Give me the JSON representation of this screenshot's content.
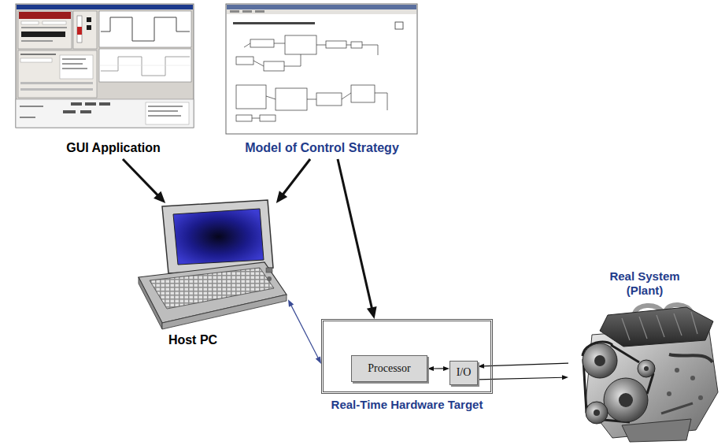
{
  "diagram": {
    "nodes": [
      {
        "text": [
          "GUI Application"
        ]
      },
      {
        "text": [
          "Model of Control Strategy"
        ]
      },
      {
        "text": [
          "Host PC"
        ]
      },
      {
        "text": [
          "Real-Time Hardware Target"
        ]
      },
      {
        "text": [
          "Processor"
        ],
        "in": 3
      },
      {
        "text": [
          "I/O"
        ],
        "in": 3
      },
      {
        "text": [
          "Real System (Plant)"
        ]
      }
    ],
    "edges": [
      {
        "from": 0,
        "to": 2,
        "arrow": "to"
      },
      {
        "from": 1,
        "to": 2,
        "arrow": "to"
      },
      {
        "from": 1,
        "to": 3,
        "arrow": "to"
      },
      {
        "from": 2,
        "to": 3,
        "arrow": "both"
      },
      {
        "from": 4,
        "to": 5,
        "arrow": "both"
      },
      {
        "from": 6,
        "to": 5,
        "arrow": "to"
      },
      {
        "from": 5,
        "to": 6,
        "arrow": "to"
      }
    ]
  }
}
